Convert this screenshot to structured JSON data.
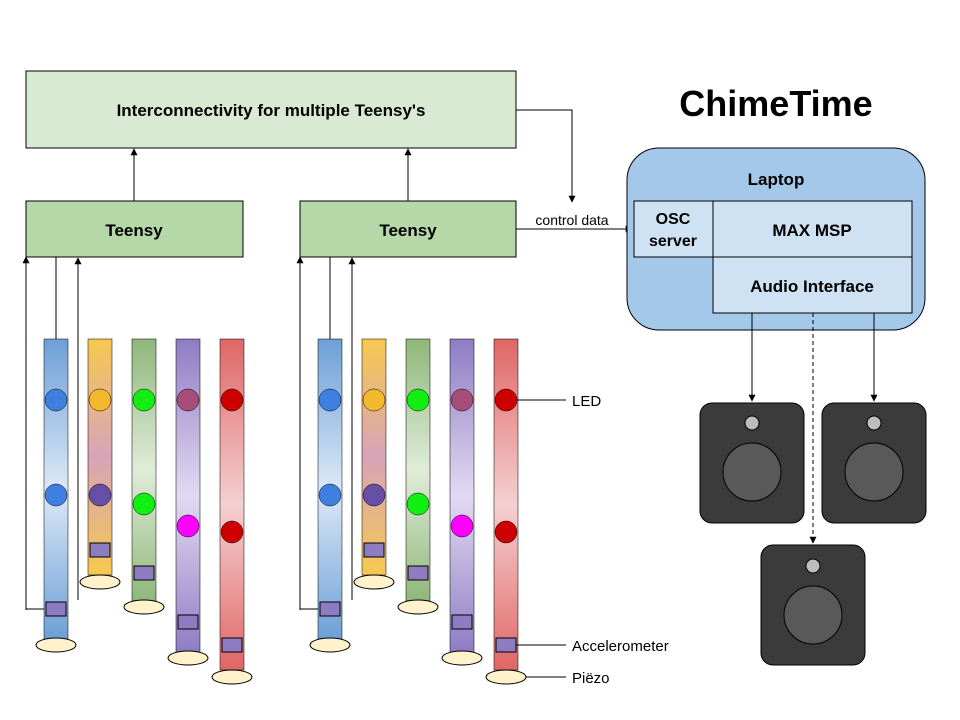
{
  "title": "ChimeTime",
  "hub_label": "Interconnectivity for multiple Teensy's",
  "teensy_label": "Teensy",
  "laptop": {
    "label": "Laptop",
    "osc_line1": "OSC",
    "osc_line2": "server",
    "max_label": "MAX MSP",
    "audio_label": "Audio Interface"
  },
  "control_data_label": "control data",
  "annotations": {
    "led": "LED",
    "accelerometer": "Accelerometer",
    "piezo": "Piëzo"
  },
  "chime_colors": [
    {
      "name": "blue",
      "top": "#6d9fd6",
      "mid": "#dce9f7",
      "led": "#3f7fe0"
    },
    {
      "name": "yellow",
      "top": "#f5c94f",
      "mid": "#d8a3b8",
      "led": "#f2b92c"
    },
    {
      "name": "green",
      "top": "#8fb77a",
      "mid": "#e0ecd9",
      "led": "#11ee11"
    },
    {
      "name": "purple",
      "top": "#8e7cc3",
      "mid": "#e2daf2",
      "led": "#a64d79"
    },
    {
      "name": "red",
      "top": "#e06666",
      "mid": "#f4d0d0",
      "led": "#cc0000"
    }
  ],
  "colors": {
    "hub_fill": "#d9ead3",
    "teensy_fill": "#b6d7a8",
    "laptop_fill": "#a4c8ea",
    "panel_fill": "#cfe2f3",
    "speaker_fill": "#3b3b3b",
    "cone_fill": "#595959",
    "sensor_fill": "#8e7cc3",
    "piezo_fill": "#fff2cc"
  }
}
